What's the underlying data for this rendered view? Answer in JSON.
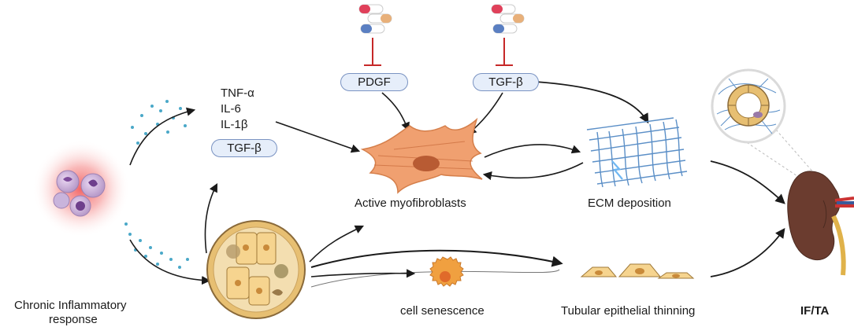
{
  "mediators": {
    "cytokines": [
      "TNF-α",
      "IL-6",
      "IL-1β"
    ],
    "tgf_left": "TGF-β"
  },
  "targets": {
    "pdgf": "PDGF",
    "tgf_top": "TGF-β"
  },
  "labels": {
    "myofibroblasts": "Active myofibroblasts",
    "ecm": "ECM deposition",
    "chronic_line1": "Chronic Inflammatory",
    "chronic_line2": "response",
    "senescence": "cell senescence",
    "tubular": "Tubular epithelial thinning",
    "outcome": "IF/TA"
  },
  "colors": {
    "arrow": "#1a1a1a",
    "inhibition": "#c62828",
    "pill_border": "#7a93c2",
    "pill_fill": "#e6eefa",
    "inflammation_glow": "#f25c5c",
    "fibroblast": "#f0a070",
    "ecm_mesh": "#5b8fc7",
    "tubule": "#e7bf72",
    "kidney": "#6b3c2f",
    "cytokine_dots": "#4aa8c8"
  },
  "icons": [
    "capsule-icon",
    "inflammatory-cells-icon",
    "myofibroblast-icon",
    "ecm-mesh-icon",
    "tubule-cross-section-icon",
    "senescent-cell-icon",
    "epithelial-cell-icon",
    "kidney-icon",
    "magnified-tubule-icon"
  ]
}
